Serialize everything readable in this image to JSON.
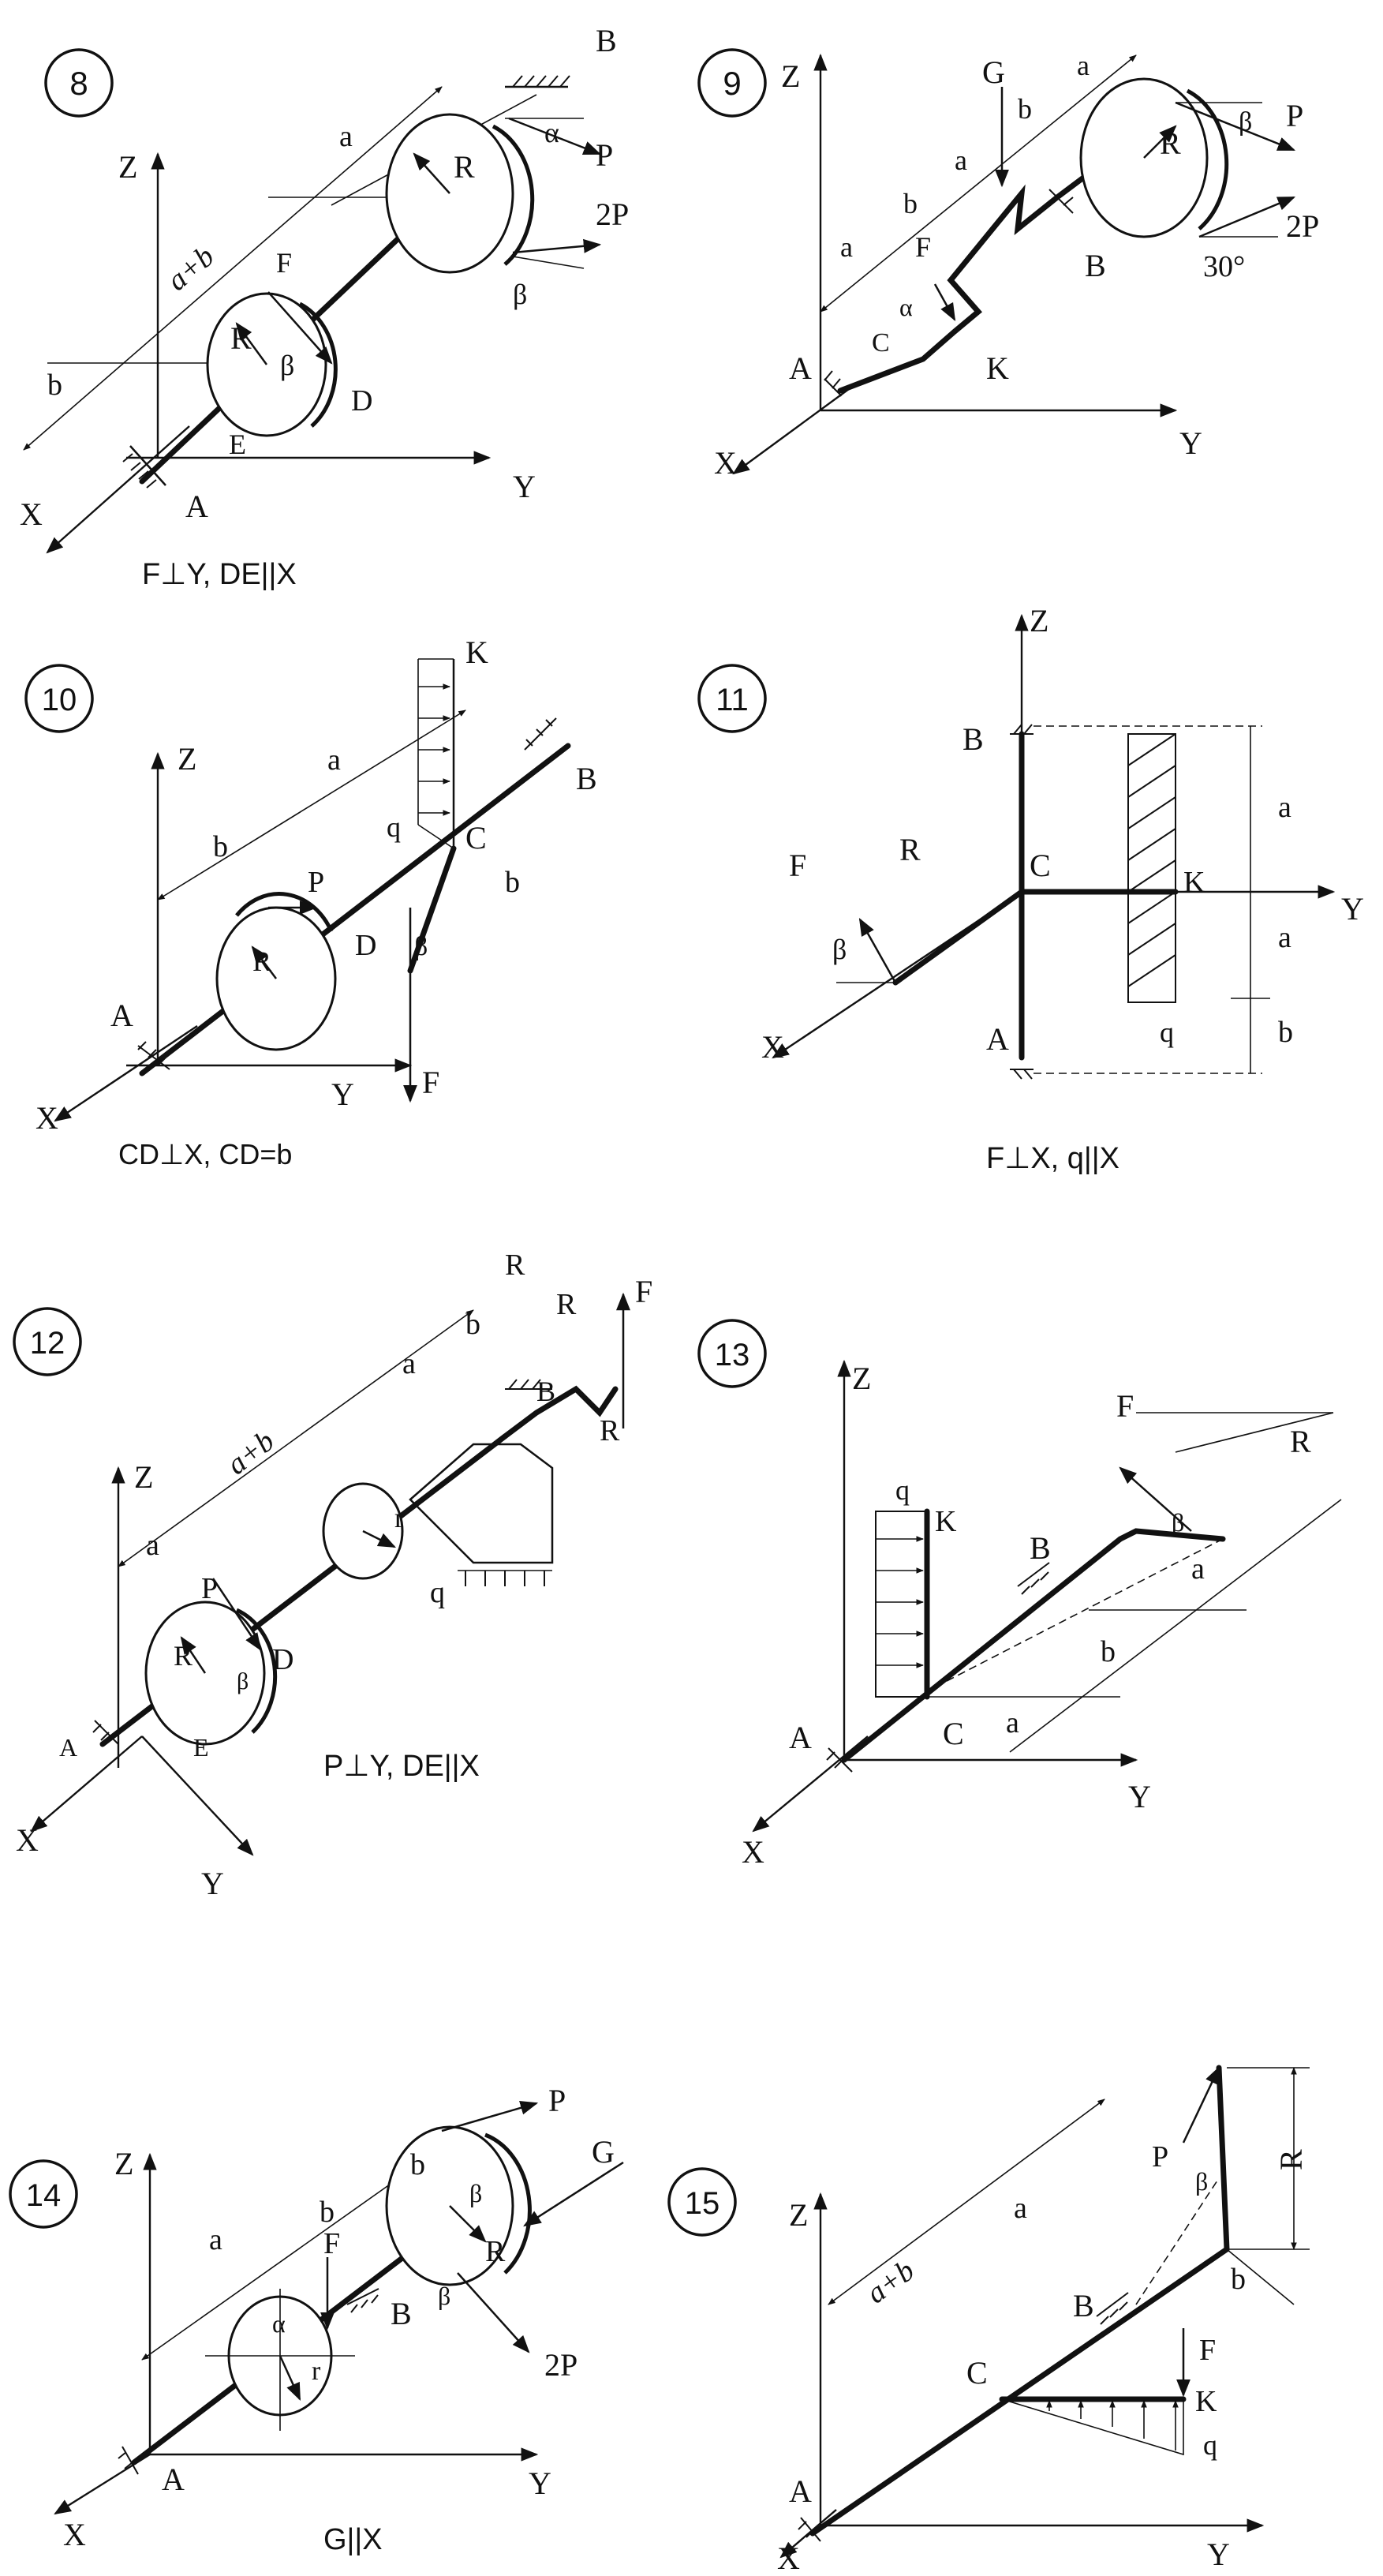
{
  "problems": [
    {
      "number": "8",
      "labels": {
        "B": "B",
        "alpha": "α",
        "P": "P",
        "twoP": "2P",
        "beta_p": "β",
        "R1": "R",
        "R2": "R",
        "a": "a",
        "a_plus_b": "a+b",
        "F": "F",
        "beta": "β",
        "D": "D",
        "E": "E",
        "b": "b",
        "A": "A",
        "X": "X",
        "Y": "Y",
        "Z": "Z"
      },
      "caption": "F⊥Y, DE||X"
    },
    {
      "number": "9",
      "labels": {
        "Z": "Z",
        "G": "G",
        "b1": "b",
        "a1": "a",
        "a2": "a",
        "beta": "β",
        "P": "P",
        "R": "R",
        "b2": "b",
        "F": "F",
        "a3": "a",
        "alpha": "α",
        "C": "C",
        "B": "B",
        "twoP": "2P",
        "angle30": "30°",
        "K": "K",
        "A": "A",
        "X": "X",
        "Y": "Y"
      },
      "caption": ""
    },
    {
      "number": "10",
      "labels": {
        "K": "K",
        "Z": "Z",
        "a": "a",
        "b1": "b",
        "q": "q",
        "C": "C",
        "B": "B",
        "P": "P",
        "b2": "b",
        "R": "R",
        "D": "D",
        "beta": "β",
        "A": "A",
        "F": "F",
        "X": "X",
        "Y": "Y"
      },
      "caption": "CD⊥X, CD=b"
    },
    {
      "number": "11",
      "labels": {
        "Z": "Z",
        "B": "B",
        "F": "F",
        "R": "R",
        "C": "C",
        "a1": "a",
        "K": "K",
        "Y": "Y",
        "beta": "β",
        "a2": "a",
        "A": "A",
        "q": "q",
        "b": "b",
        "X": "X"
      },
      "caption": "F⊥X, q||X"
    },
    {
      "number": "12",
      "labels": {
        "R1": "R",
        "R2": "R",
        "F": "F",
        "b": "b",
        "a1": "a",
        "R3": "R",
        "Z": "Z",
        "a_plus_b": "a+b",
        "B": "B",
        "r": "r",
        "a2": "a",
        "q": "q",
        "P": "P",
        "R4": "R",
        "D": "D",
        "beta": "β",
        "A": "A",
        "E": "E",
        "X": "X",
        "Y": "Y"
      },
      "caption": "P⊥Y, DE||X"
    },
    {
      "number": "13",
      "labels": {
        "Z": "Z",
        "F": "F",
        "R": "R",
        "q": "q",
        "K": "K",
        "B": "B",
        "beta": "β",
        "a1": "a",
        "b": "b",
        "A": "A",
        "C": "C",
        "a2": "a",
        "Y": "Y",
        "X": "X"
      },
      "caption": ""
    },
    {
      "number": "14",
      "labels": {
        "Z": "Z",
        "b1": "b",
        "P": "P",
        "G": "G",
        "a": "a",
        "b2": "b",
        "F": "F",
        "beta1": "β",
        "R": "R",
        "alpha": "α",
        "B": "B",
        "beta2": "β",
        "r": "r",
        "twoP": "2P",
        "A": "A",
        "X": "X",
        "Y": "Y"
      },
      "caption": "G||X"
    },
    {
      "number": "15",
      "labels": {
        "R": "R",
        "P": "P",
        "beta": "β",
        "Z": "Z",
        "a": "a",
        "a_plus_b": "a+b",
        "B": "B",
        "b": "b",
        "F": "F",
        "C": "C",
        "K": "K",
        "q": "q",
        "A": "A",
        "Y": "Y",
        "X": "X"
      },
      "caption": ""
    }
  ]
}
